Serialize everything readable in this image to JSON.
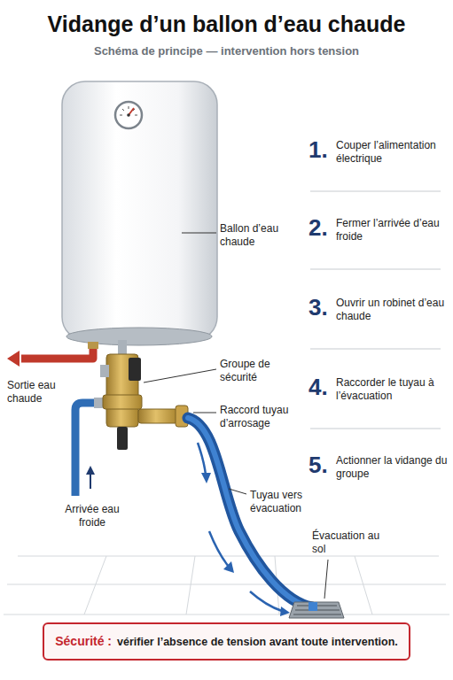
{
  "diagram": {
    "title": "Vidange d’un ballon d’eau chaude",
    "nodes": [
      {
        "text": [
          "Sécurité :",
          "vérifier l’absence de tension avant toute intervention."
        ]
      }
    ],
    "labels": [
      "Schéma de principe — intervention hors tension",
      "Ballon d’eau chaude",
      "Groupe de sécurité",
      "Raccord tuyau d’arrosage",
      "Sortie eau chaude",
      "Arrivée eau froide",
      "Tuyau vers évacuation",
      "Évacuation au sol",
      "1.",
      "Couper l’alimentation électrique",
      "2.",
      "Fermer l’arrivée d’eau froide",
      "3.",
      "Ouvrir un robinet d’eau chaude",
      "4.",
      "Raccorder le tuyau à l’évacuation",
      "5.",
      "Actionner la vidange du groupe"
    ]
  }
}
